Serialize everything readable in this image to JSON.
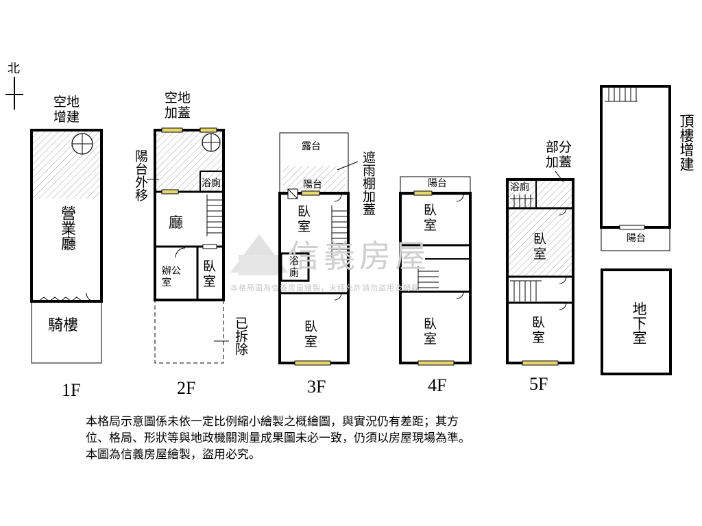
{
  "north_label": "北",
  "watermark": {
    "brand": "信義房屋",
    "notice": "本格局圖為信義房屋繪製，未經允許請勿盜用及轉載"
  },
  "floors": {
    "f1": {
      "label": "1F",
      "rooms": {
        "yard": "空地增建",
        "hall": "營業廳",
        "arcade": "騎樓"
      }
    },
    "f2": {
      "label": "2F",
      "rooms": {
        "yard": "空地加蓋",
        "balcony_moved": "陽台外移",
        "bath": "浴廁",
        "living": "廳",
        "office": "辦公室",
        "bedroom": "臥室",
        "demolished": "已拆除"
      }
    },
    "f3": {
      "label": "3F",
      "rooms": {
        "terrace": "露台",
        "balcony": "陽台",
        "awning": "遮雨棚加蓋",
        "bedroom_top": "臥室",
        "bath": "浴廁",
        "bedroom_bottom": "臥室"
      }
    },
    "f4": {
      "label": "4F",
      "rooms": {
        "balcony": "陽台",
        "bedroom_top": "臥室",
        "bedroom_bottom": "臥室"
      }
    },
    "f5": {
      "label": "5F",
      "rooms": {
        "partial_cover": "部分加蓋",
        "bath": "浴廁",
        "bedroom_top": "臥室",
        "bedroom_bottom": "臥室"
      }
    },
    "roof": {
      "rooftop_addition": "頂樓增建",
      "balcony": "陽台"
    },
    "basement": {
      "label": "地下室"
    }
  },
  "disclaimer": {
    "line1": "本格局示意圖係未依一定比例縮小繪製之概繪圖，與實況仍有差距；其方",
    "line2": "位、格局、形狀等與地政機關測量成果圖未必一致，仍須以房屋現場為準。",
    "line3": "本圖為信義房屋繪製，盜用必究。"
  },
  "colors": {
    "wall": "#000000",
    "window": "#e8d86a",
    "hatch": "#9a9a9a",
    "watermark": "#d0d0d0"
  }
}
